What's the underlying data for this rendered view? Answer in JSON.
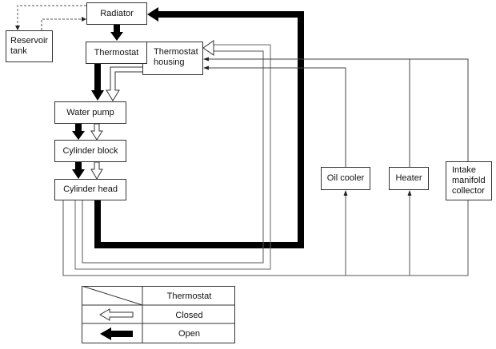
{
  "diagram": {
    "title": "Engine cooling circuit",
    "components": {
      "radiator": "Radiator",
      "reservoir_tank": [
        "Reservoir",
        "tank"
      ],
      "thermostat": "Thermostat",
      "thermostat_housing": [
        "Thermostat",
        "housing"
      ],
      "water_pump": "Water pump",
      "cylinder_block": "Cylinder block",
      "cylinder_head": "Cylinder head",
      "oil_cooler": "Oil cooler",
      "heater": "Heater",
      "intake_manifold_collector": [
        "Intake",
        "manifold",
        "collector"
      ]
    },
    "flows": [
      {
        "from": "Radiator",
        "to": "Reservoir tank",
        "style": "dashed"
      },
      {
        "from": "Reservoir tank",
        "to": "Radiator",
        "style": "dashed"
      },
      {
        "from": "Radiator",
        "to": "Thermostat",
        "state": "open"
      },
      {
        "from": "Thermostat",
        "to": "Water pump",
        "state": "open"
      },
      {
        "from": "Thermostat housing",
        "to": "Water pump",
        "state": "closed"
      },
      {
        "from": "Water pump",
        "to": "Cylinder block",
        "state": "open/closed"
      },
      {
        "from": "Cylinder block",
        "to": "Cylinder head",
        "state": "open/closed"
      },
      {
        "from": "Cylinder head",
        "to": "Radiator",
        "state": "open"
      },
      {
        "from": "Cylinder head",
        "to": "Thermostat housing",
        "state": "closed"
      },
      {
        "from": "Cylinder head",
        "to": "Oil cooler"
      },
      {
        "from": "Cylinder head",
        "to": "Heater"
      },
      {
        "from": "Oil cooler",
        "to": "Thermostat housing"
      },
      {
        "from": "Heater",
        "to": "Thermostat housing"
      },
      {
        "from": "Intake manifold collector",
        "to": "Thermostat housing"
      }
    ]
  },
  "legend": {
    "header": "Thermostat",
    "rows": [
      {
        "symbol": "hollow-arrow",
        "label": "Closed"
      },
      {
        "symbol": "solid-arrow",
        "label": "Open"
      }
    ]
  },
  "colors": {
    "line": "#333333",
    "thick_flow": "#000000",
    "background": "#ffffff"
  }
}
